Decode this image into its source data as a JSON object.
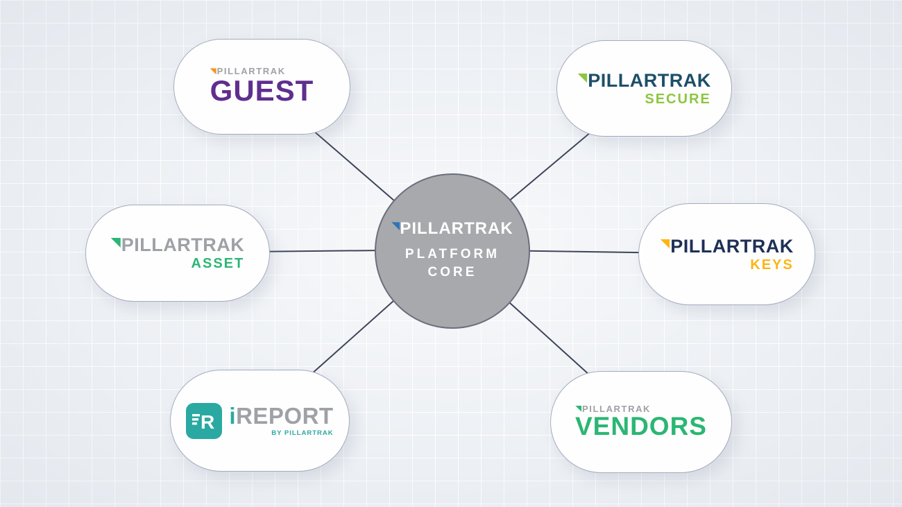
{
  "diagram": {
    "background_color": "#edf0f4",
    "connector_color": "#3e4459",
    "node_fill": "#fefefe",
    "node_border": "#a3abbf"
  },
  "center": {
    "brand": "PILLARTRAK",
    "label_line1": "PLATFORM",
    "label_line2": "CORE",
    "circle_color": "#a7a9ac",
    "text_color": "#ffffff",
    "accent_color": "#2e74b5"
  },
  "nodes": {
    "guest": {
      "brand": "PILLARTRAK",
      "product": "GUEST",
      "accent_color": "#f7941e",
      "brand_color": "#9ea1a6",
      "product_color": "#5f2e8e"
    },
    "secure": {
      "brand": "PILLARTRAK",
      "product": "SECURE",
      "accent_color": "#8dc63f",
      "brand_color": "#1d4f68",
      "product_color": "#8dc63f"
    },
    "asset": {
      "brand": "PILLARTRAK",
      "product": "ASSET",
      "accent_color": "#2bb673",
      "brand_color": "#9ea1a6",
      "product_color": "#2bb673"
    },
    "keys": {
      "brand": "PILLARTRAK",
      "product": "KEYS",
      "accent_color": "#fdb515",
      "brand_color": "#1e3057",
      "product_color": "#fdb515"
    },
    "vendors": {
      "brand": "PILLARTRAK",
      "product": "VENDORS",
      "accent_color": "#2bb673",
      "brand_color": "#9ea1a6",
      "product_color": "#2bb673"
    },
    "ireport": {
      "icon_letter": "R",
      "product_prefix": "i",
      "product_rest": "REPORT",
      "byline": "BY PILLARTRAK",
      "accent_color": "#2aa9a2",
      "rest_color": "#9ea1a6"
    }
  }
}
